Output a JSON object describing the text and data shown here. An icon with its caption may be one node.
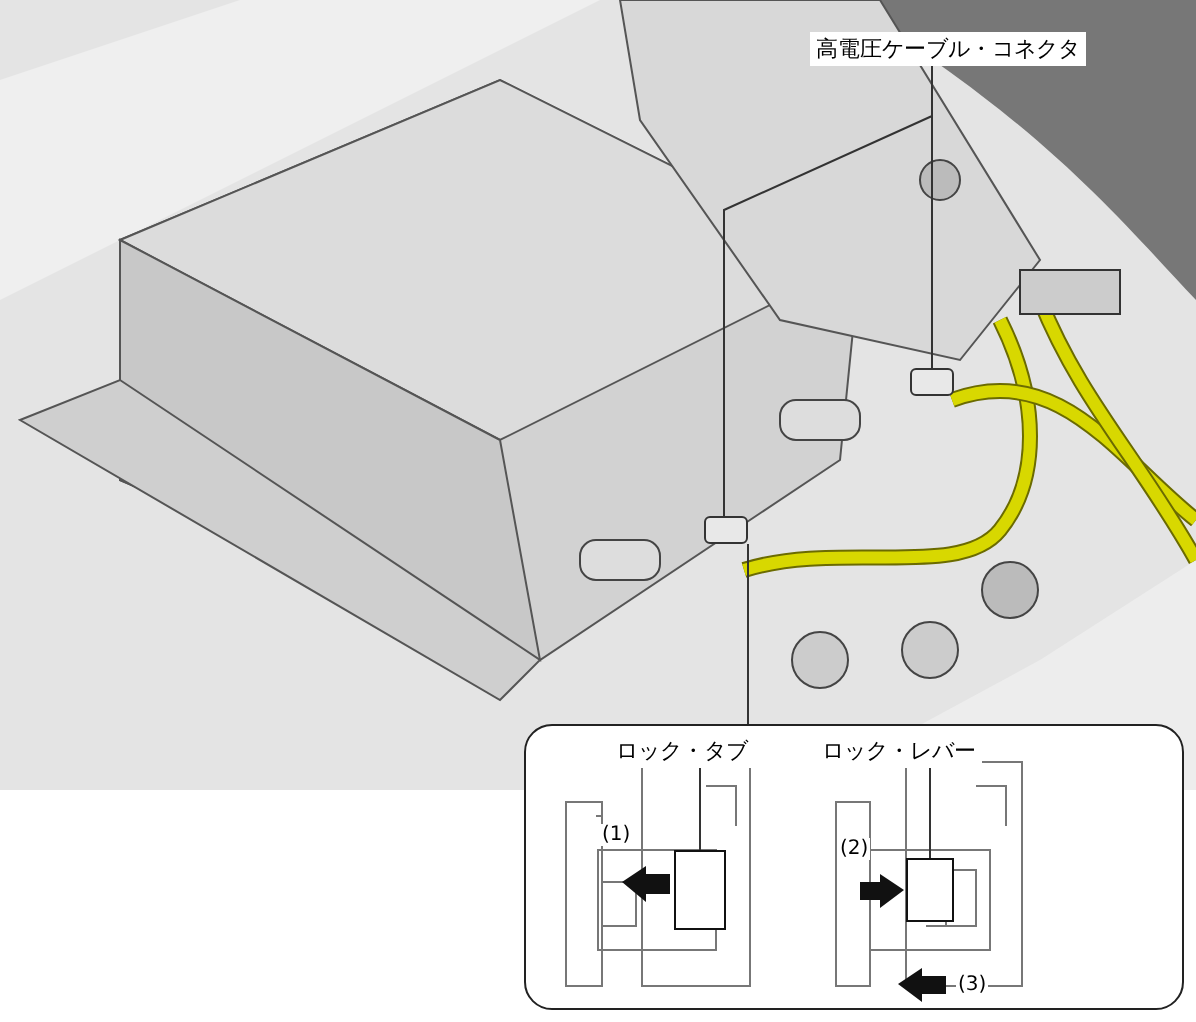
{
  "diagram": {
    "nodes": [
      {
        "text": [
          "高電圧ケーブル・コネクタ"
        ]
      },
      {
        "text": [],
        "shape": "box"
      },
      {
        "text": [],
        "shape": "box"
      },
      {
        "text": [],
        "shape": "box"
      },
      {
        "text": [
          "ロック・タブ"
        ],
        "in": 3
      },
      {
        "text": [],
        "shape": "box",
        "in": 3
      },
      {
        "text": [
          "ロック・レバー"
        ],
        "in": 3
      },
      {
        "text": [],
        "shape": "box",
        "in": 3
      }
    ],
    "edges": [
      {
        "from": 0,
        "to": 1,
        "arrow": "none"
      },
      {
        "from": 0,
        "to": 2,
        "arrow": "none"
      },
      {
        "from": 2,
        "to": 3,
        "arrow": "none"
      },
      {
        "from": 4,
        "to": 5,
        "arrow": "none"
      },
      {
        "from": 6,
        "to": 7,
        "arrow": "none"
      }
    ],
    "labels": [
      "(1)",
      "(2)",
      "(3)"
    ]
  }
}
